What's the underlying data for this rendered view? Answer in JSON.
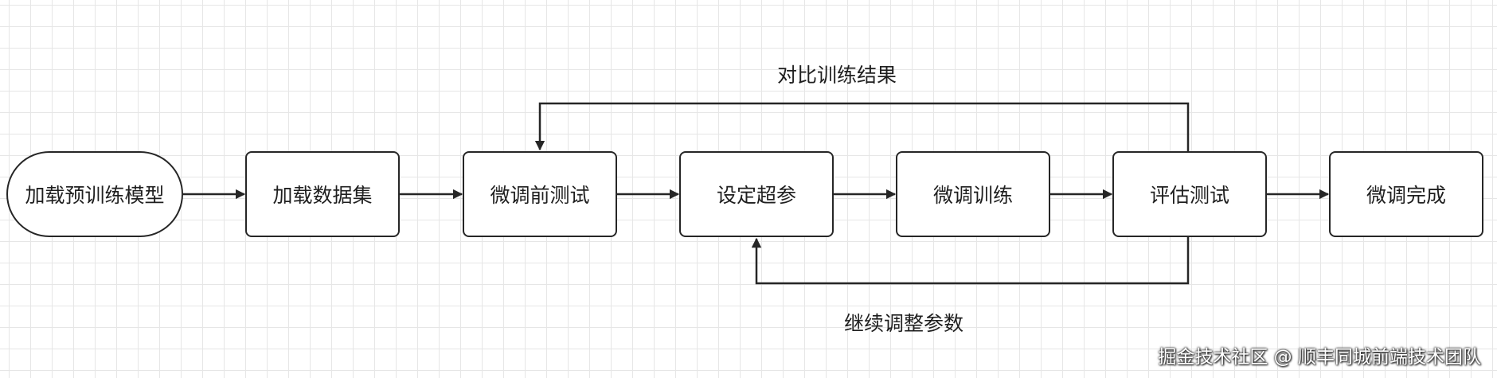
{
  "nodes": {
    "load_pretrained_model": "加载预训练模型",
    "load_dataset": "加载数据集",
    "pre_finetune_test": "微调前测试",
    "set_hyperparams": "设定超参",
    "finetune_training": "微调训练",
    "evaluation_test": "评估测试",
    "finetune_complete": "微调完成"
  },
  "edge_labels": {
    "compare_results": "对比训练结果",
    "continue_tuning": "继续调整参数"
  },
  "watermark": "掘金技术社区 @ 顺丰同城前端技术团队",
  "colors": {
    "stroke": "#262626",
    "grid": "#e6e6e6",
    "background": "#ffffff"
  }
}
